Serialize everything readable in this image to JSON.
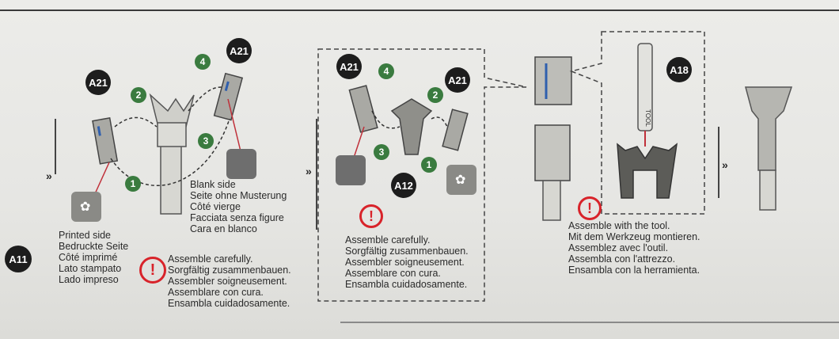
{
  "badges": {
    "a11": "A11",
    "a21_left": "A21",
    "a21_top": "A21",
    "a21_mid1": "A21",
    "a21_mid2": "A21",
    "a12": "A12",
    "a18": "A18"
  },
  "steps": {
    "s1": "1",
    "s2": "2",
    "s3": "3",
    "s4": "4",
    "m1": "1",
    "m2": "2",
    "m3": "3",
    "m4": "4"
  },
  "printed_side": [
    "Printed side",
    "Bedruckte Seite",
    "Côté imprimé",
    "Lato stampato",
    "Lado impreso"
  ],
  "blank_side": [
    "Blank side",
    "Seite ohne Musterung",
    "Côté vierge",
    "Facciata senza figure",
    "Cara en blanco"
  ],
  "assemble_carefully_left": [
    "Assemble carefully.",
    "Sorgfältig zusammenbauen.",
    "Assembler soigneusement.",
    "Assemblare con cura.",
    "Ensambla cuidadosamente."
  ],
  "assemble_carefully_mid": [
    "Assemble carefully.",
    "Sorgfältig zusammenbauen.",
    "Assembler soigneusement.",
    "Assemblare con cura.",
    "Ensambla cuidadosamente."
  ],
  "assemble_tool": [
    "Assemble with the tool.",
    "Mit dem Werkzeug montieren.",
    "Assemblez avec l'outil.",
    "Assembla con l'attrezzo.",
    "Ensambla con la herramienta."
  ],
  "tool_label": "TOOL",
  "warning_mark": "!",
  "arrow_glyph": "»",
  "colors": {
    "badge_black": "#1d1d1d",
    "step_green": "#3a7b3f",
    "warn_red": "#d8232a",
    "part_blue": "#2f5fae"
  }
}
